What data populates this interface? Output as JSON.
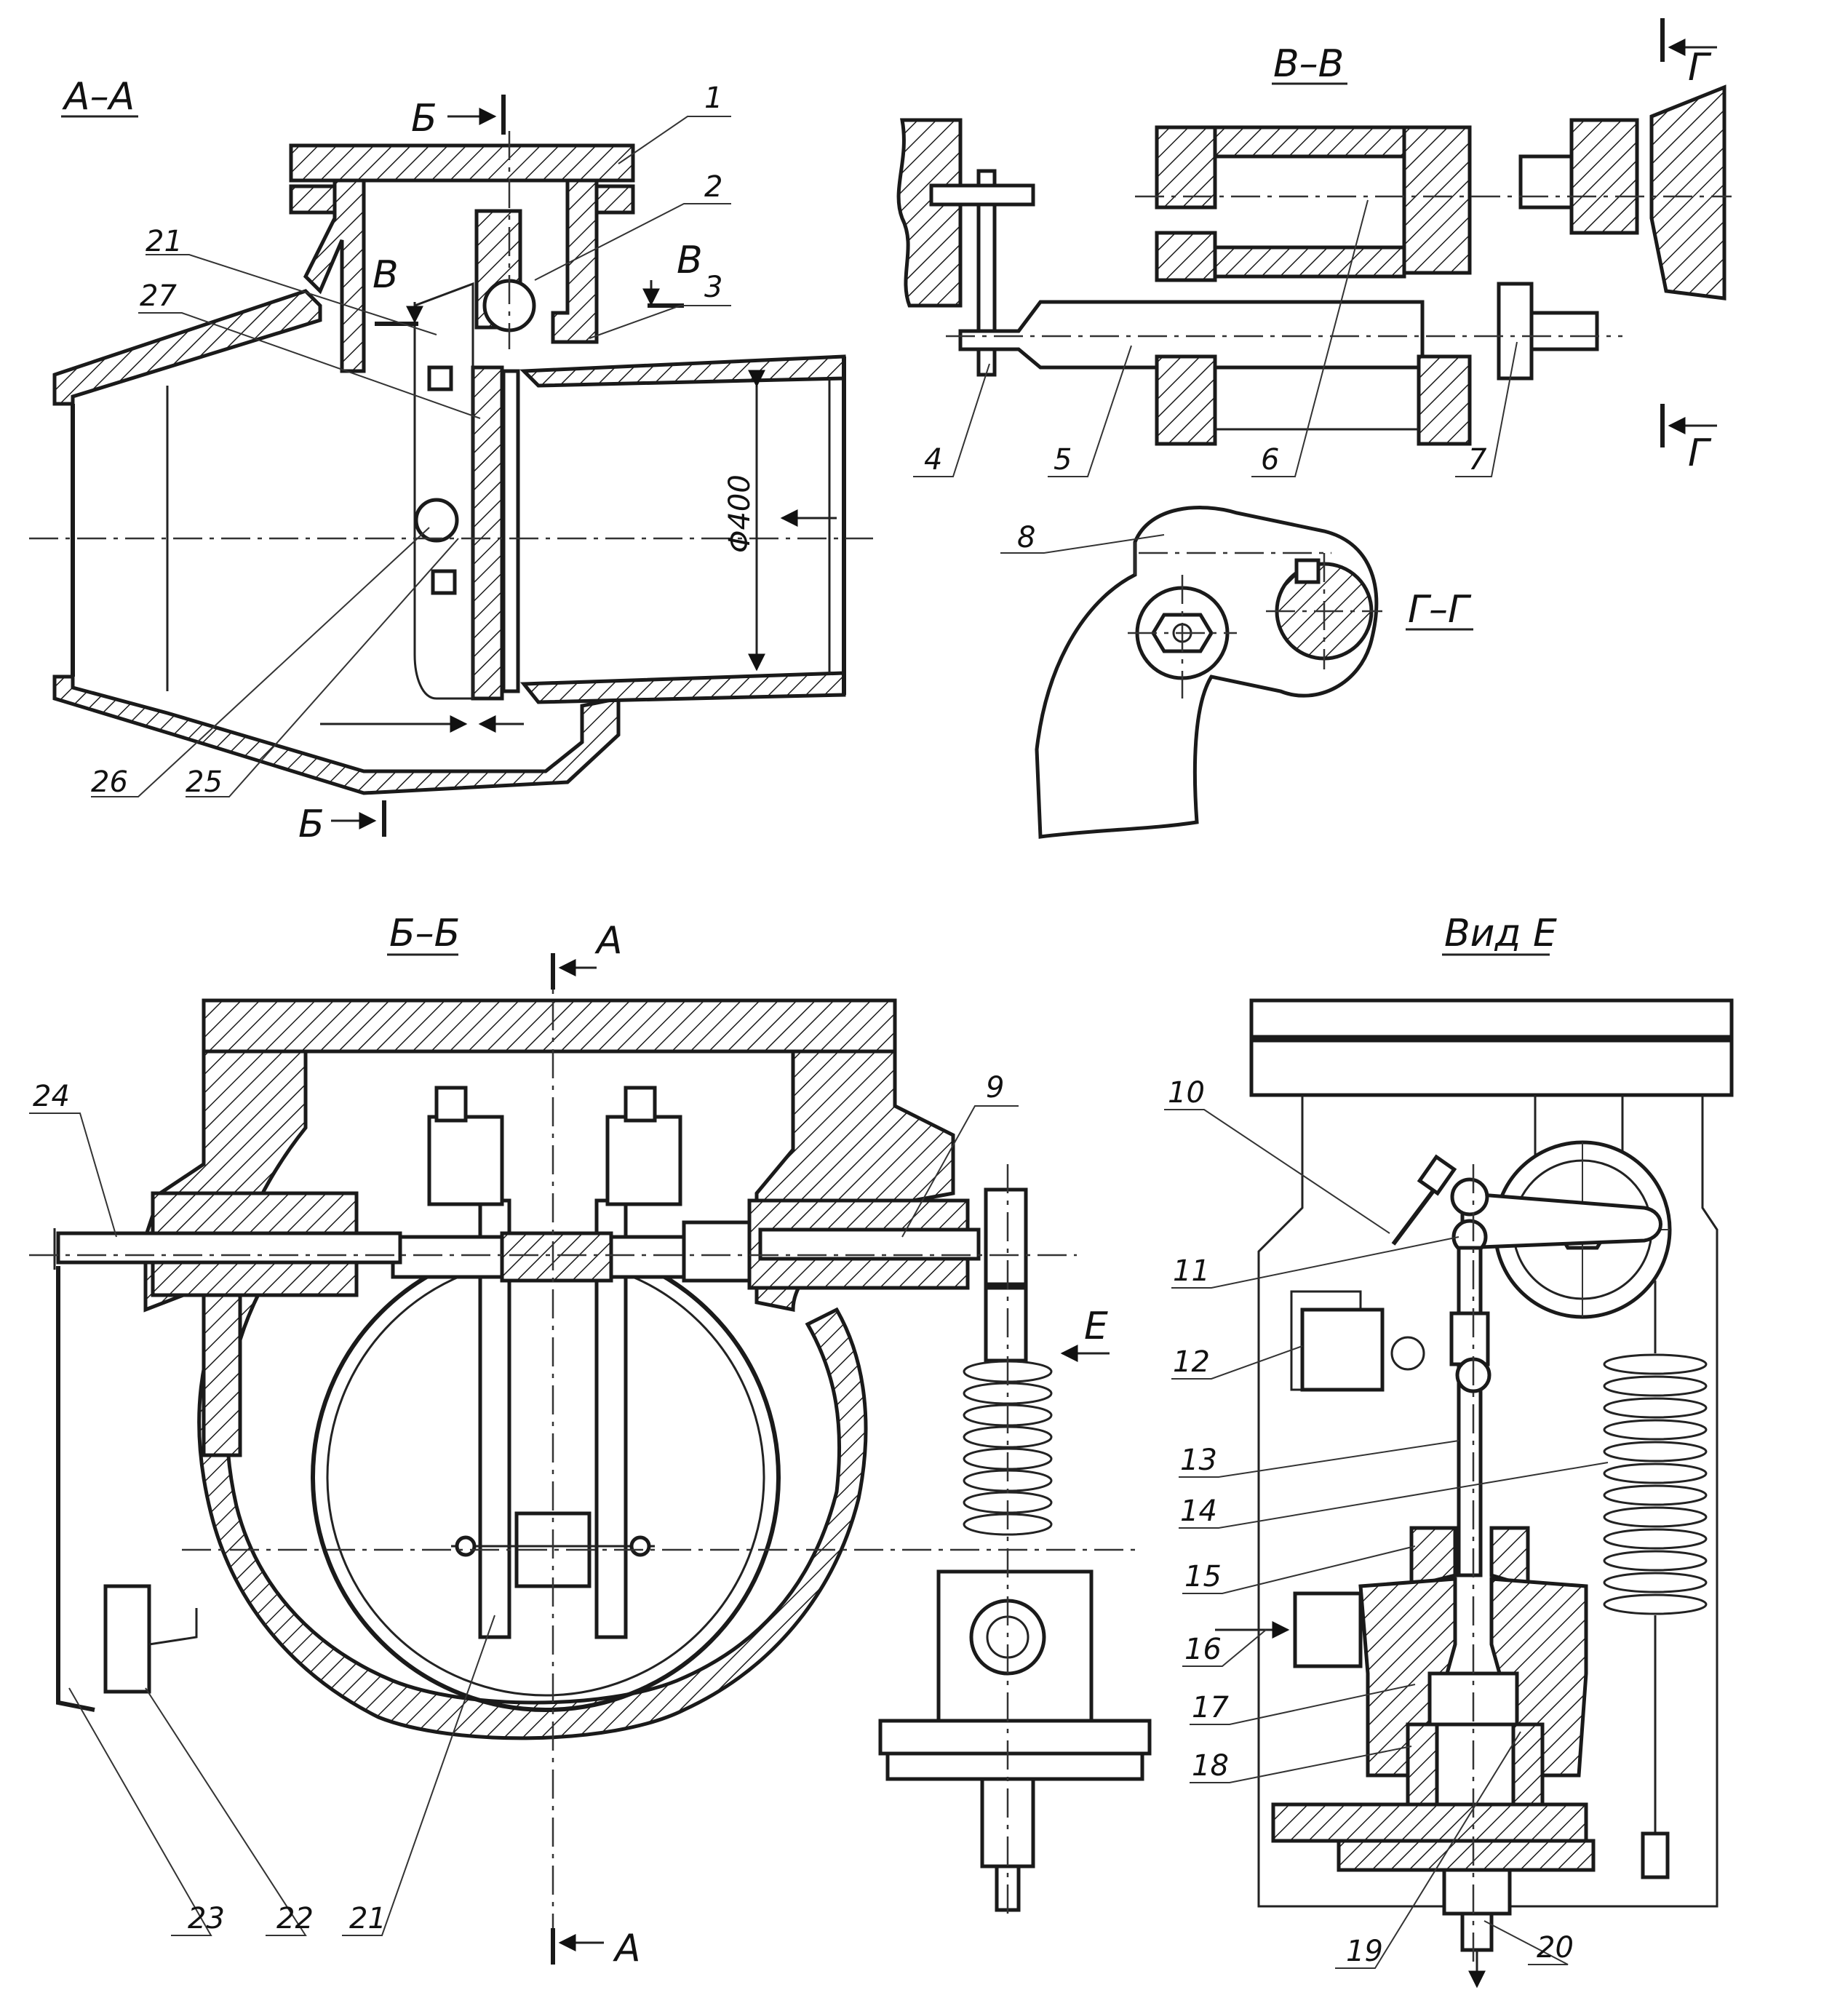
{
  "titles": {
    "aa": "А–А",
    "vv": "В–В",
    "gg": "Г–Г",
    "bb": "Б–Б",
    "view_e": "Вид Е"
  },
  "section_marks": {
    "b": "Б",
    "v": "В",
    "g": "Г",
    "a": "А",
    "e": "Е"
  },
  "dimensions": {
    "diameter": "Φ400"
  },
  "callouts": [
    "1",
    "2",
    "3",
    "4",
    "5",
    "6",
    "7",
    "8",
    "9",
    "10",
    "11",
    "12",
    "13",
    "14",
    "15",
    "16",
    "17",
    "18",
    "19",
    "20",
    "21",
    "22",
    "23",
    "24",
    "25",
    "26",
    "27"
  ]
}
